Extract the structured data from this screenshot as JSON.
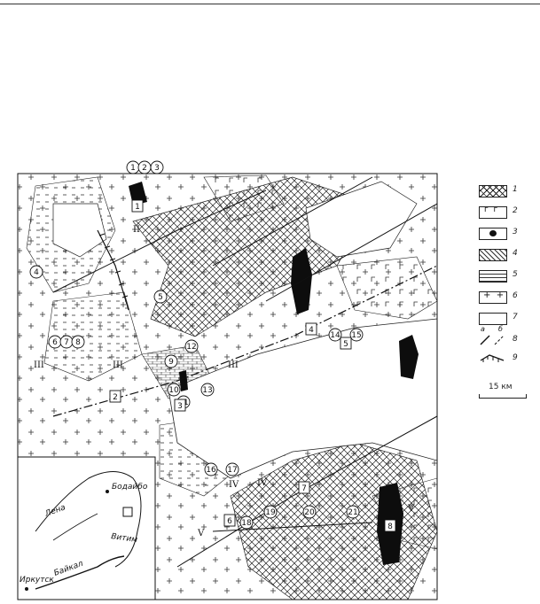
{
  "legend": {
    "entries": [
      "1",
      "2",
      "3",
      "4",
      "5",
      "6",
      "7",
      "8",
      "9"
    ],
    "sub_a": "а",
    "sub_b": "б"
  },
  "scale": {
    "label": "15 км"
  },
  "inset": {
    "places": [
      "Лена",
      "Бодайбо",
      "Витим",
      "Иркутск",
      "Байкал"
    ]
  },
  "circled_sites": [
    "1",
    "2",
    "3",
    "4",
    "5",
    "6",
    "7",
    "8",
    "9",
    "10",
    "11",
    "12",
    "13",
    "14",
    "15",
    "16",
    "17",
    "18",
    "19",
    "20",
    "21"
  ],
  "boxed_sites": [
    "1",
    "2",
    "3",
    "4",
    "5",
    "6",
    "7",
    "8"
  ],
  "roman_zones": [
    "II",
    "III",
    "IV",
    "V"
  ],
  "colors": {
    "ink": "#111111",
    "fill_black": "#0d0d0d",
    "paper": "#ffffff"
  }
}
